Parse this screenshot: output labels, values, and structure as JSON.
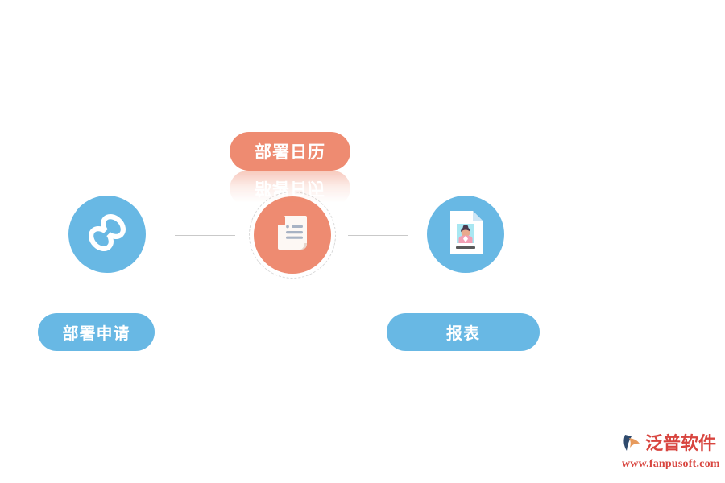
{
  "diagram": {
    "nodes": [
      {
        "id": "apply",
        "icon": "chain-link-icon",
        "label": "部署申请",
        "color": "#68b8e4"
      },
      {
        "id": "calendar",
        "icon": "scroll-icon",
        "label": "部署日历",
        "color": "#ee8b71"
      },
      {
        "id": "report",
        "icon": "id-document-icon",
        "label": "报表",
        "color": "#68b8e4"
      }
    ],
    "connectors": [
      {
        "from": "apply",
        "to": "calendar"
      },
      {
        "from": "calendar",
        "to": "report"
      }
    ]
  },
  "watermark": {
    "brand": "泛普软件",
    "url": "www.fanpusoft.com",
    "logo_icon": "fanpu-logo-icon",
    "color": "#d8453f"
  },
  "colors": {
    "blue": "#68b8e4",
    "salmon": "#ee8b71",
    "background": "#ffffff",
    "connector": "#c9c9c9",
    "dashed_ring": "#d8d8d8"
  }
}
